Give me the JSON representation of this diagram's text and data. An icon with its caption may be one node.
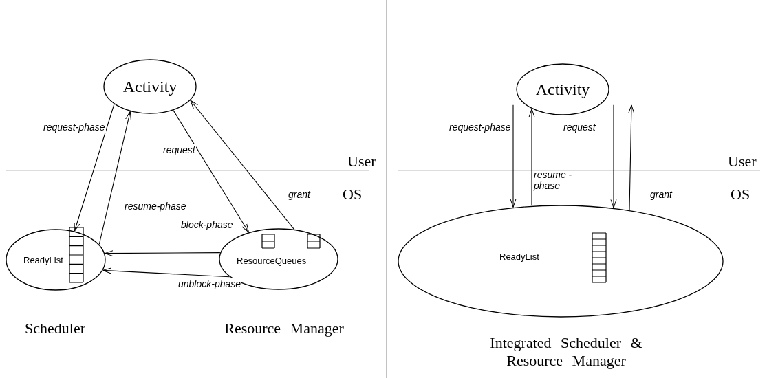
{
  "diagram": {
    "nodes": [
      {
        "text": [
          "Activity"
        ]
      },
      {
        "text": [
          "ReadyList"
        ],
        "beside": [
          "Scheduler"
        ]
      },
      {
        "text": [
          "ResourceQueues"
        ],
        "beside": [
          "Resource Manager"
        ]
      },
      {
        "text": [
          "Activity"
        ]
      },
      {
        "text": [
          "ReadyList"
        ],
        "beside": [
          "Integrated Scheduler & Resource Manager"
        ]
      }
    ],
    "edges": [
      {
        "from": 0,
        "to": 1,
        "arrow": "to",
        "label": "request-phase"
      },
      {
        "from": 1,
        "to": 0,
        "arrow": "to",
        "label": "resume-phase"
      },
      {
        "from": 0,
        "to": 2,
        "arrow": "to",
        "label": "request"
      },
      {
        "from": 2,
        "to": 0,
        "arrow": "to",
        "label": "grant"
      },
      {
        "from": 2,
        "to": 1,
        "arrow": "to",
        "label": "block-phase"
      },
      {
        "from": 2,
        "to": 1,
        "arrow": "to",
        "label": "unblock-phase"
      },
      {
        "from": 3,
        "to": 4,
        "arrow": "to",
        "label": "request-phase"
      },
      {
        "from": 4,
        "to": 3,
        "arrow": "to",
        "label": "resume -phase"
      },
      {
        "from": 3,
        "to": 4,
        "arrow": "to",
        "label": "request"
      },
      {
        "from": 4,
        "to": 3,
        "arrow": "to",
        "label": "grant"
      }
    ],
    "labels": [
      "User",
      "OS",
      "User",
      "OS"
    ]
  }
}
